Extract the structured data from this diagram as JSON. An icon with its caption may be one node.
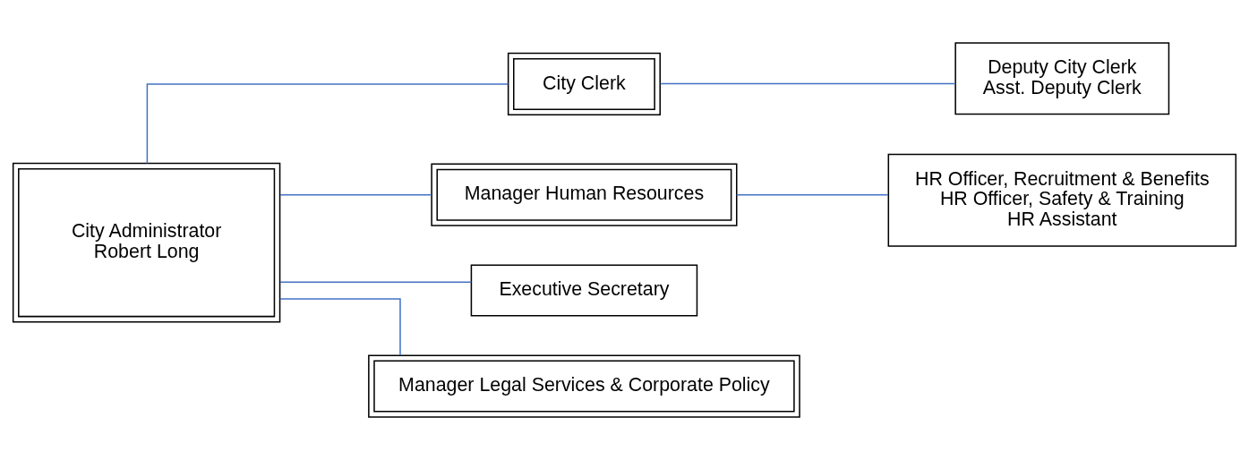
{
  "diagram": {
    "nodes": [
      {
        "text": [
          "City Clerk"
        ]
      },
      {
        "text": [
          "Deputy City Clerk",
          "Asst. Deputy Clerk"
        ]
      },
      {
        "text": [
          "City Administrator",
          "Robert Long"
        ]
      },
      {
        "text": [
          "Manager Human Resources"
        ]
      },
      {
        "text": [
          "HR Officer, Recruitment & Benefits",
          "HR Officer, Safety & Training",
          "HR Assistant"
        ]
      },
      {
        "text": [
          "Executive Secretary"
        ]
      },
      {
        "text": [
          "Manager Legal Services & Corporate Policy"
        ]
      }
    ],
    "edges": [
      {
        "from": 2,
        "to": 0,
        "arrow": "none"
      },
      {
        "from": 0,
        "to": 1,
        "arrow": "none"
      },
      {
        "from": 2,
        "to": 3,
        "arrow": "none"
      },
      {
        "from": 3,
        "to": 4,
        "arrow": "none"
      },
      {
        "from": 2,
        "to": 5,
        "arrow": "none"
      },
      {
        "from": 2,
        "to": 6,
        "arrow": "none"
      }
    ]
  }
}
